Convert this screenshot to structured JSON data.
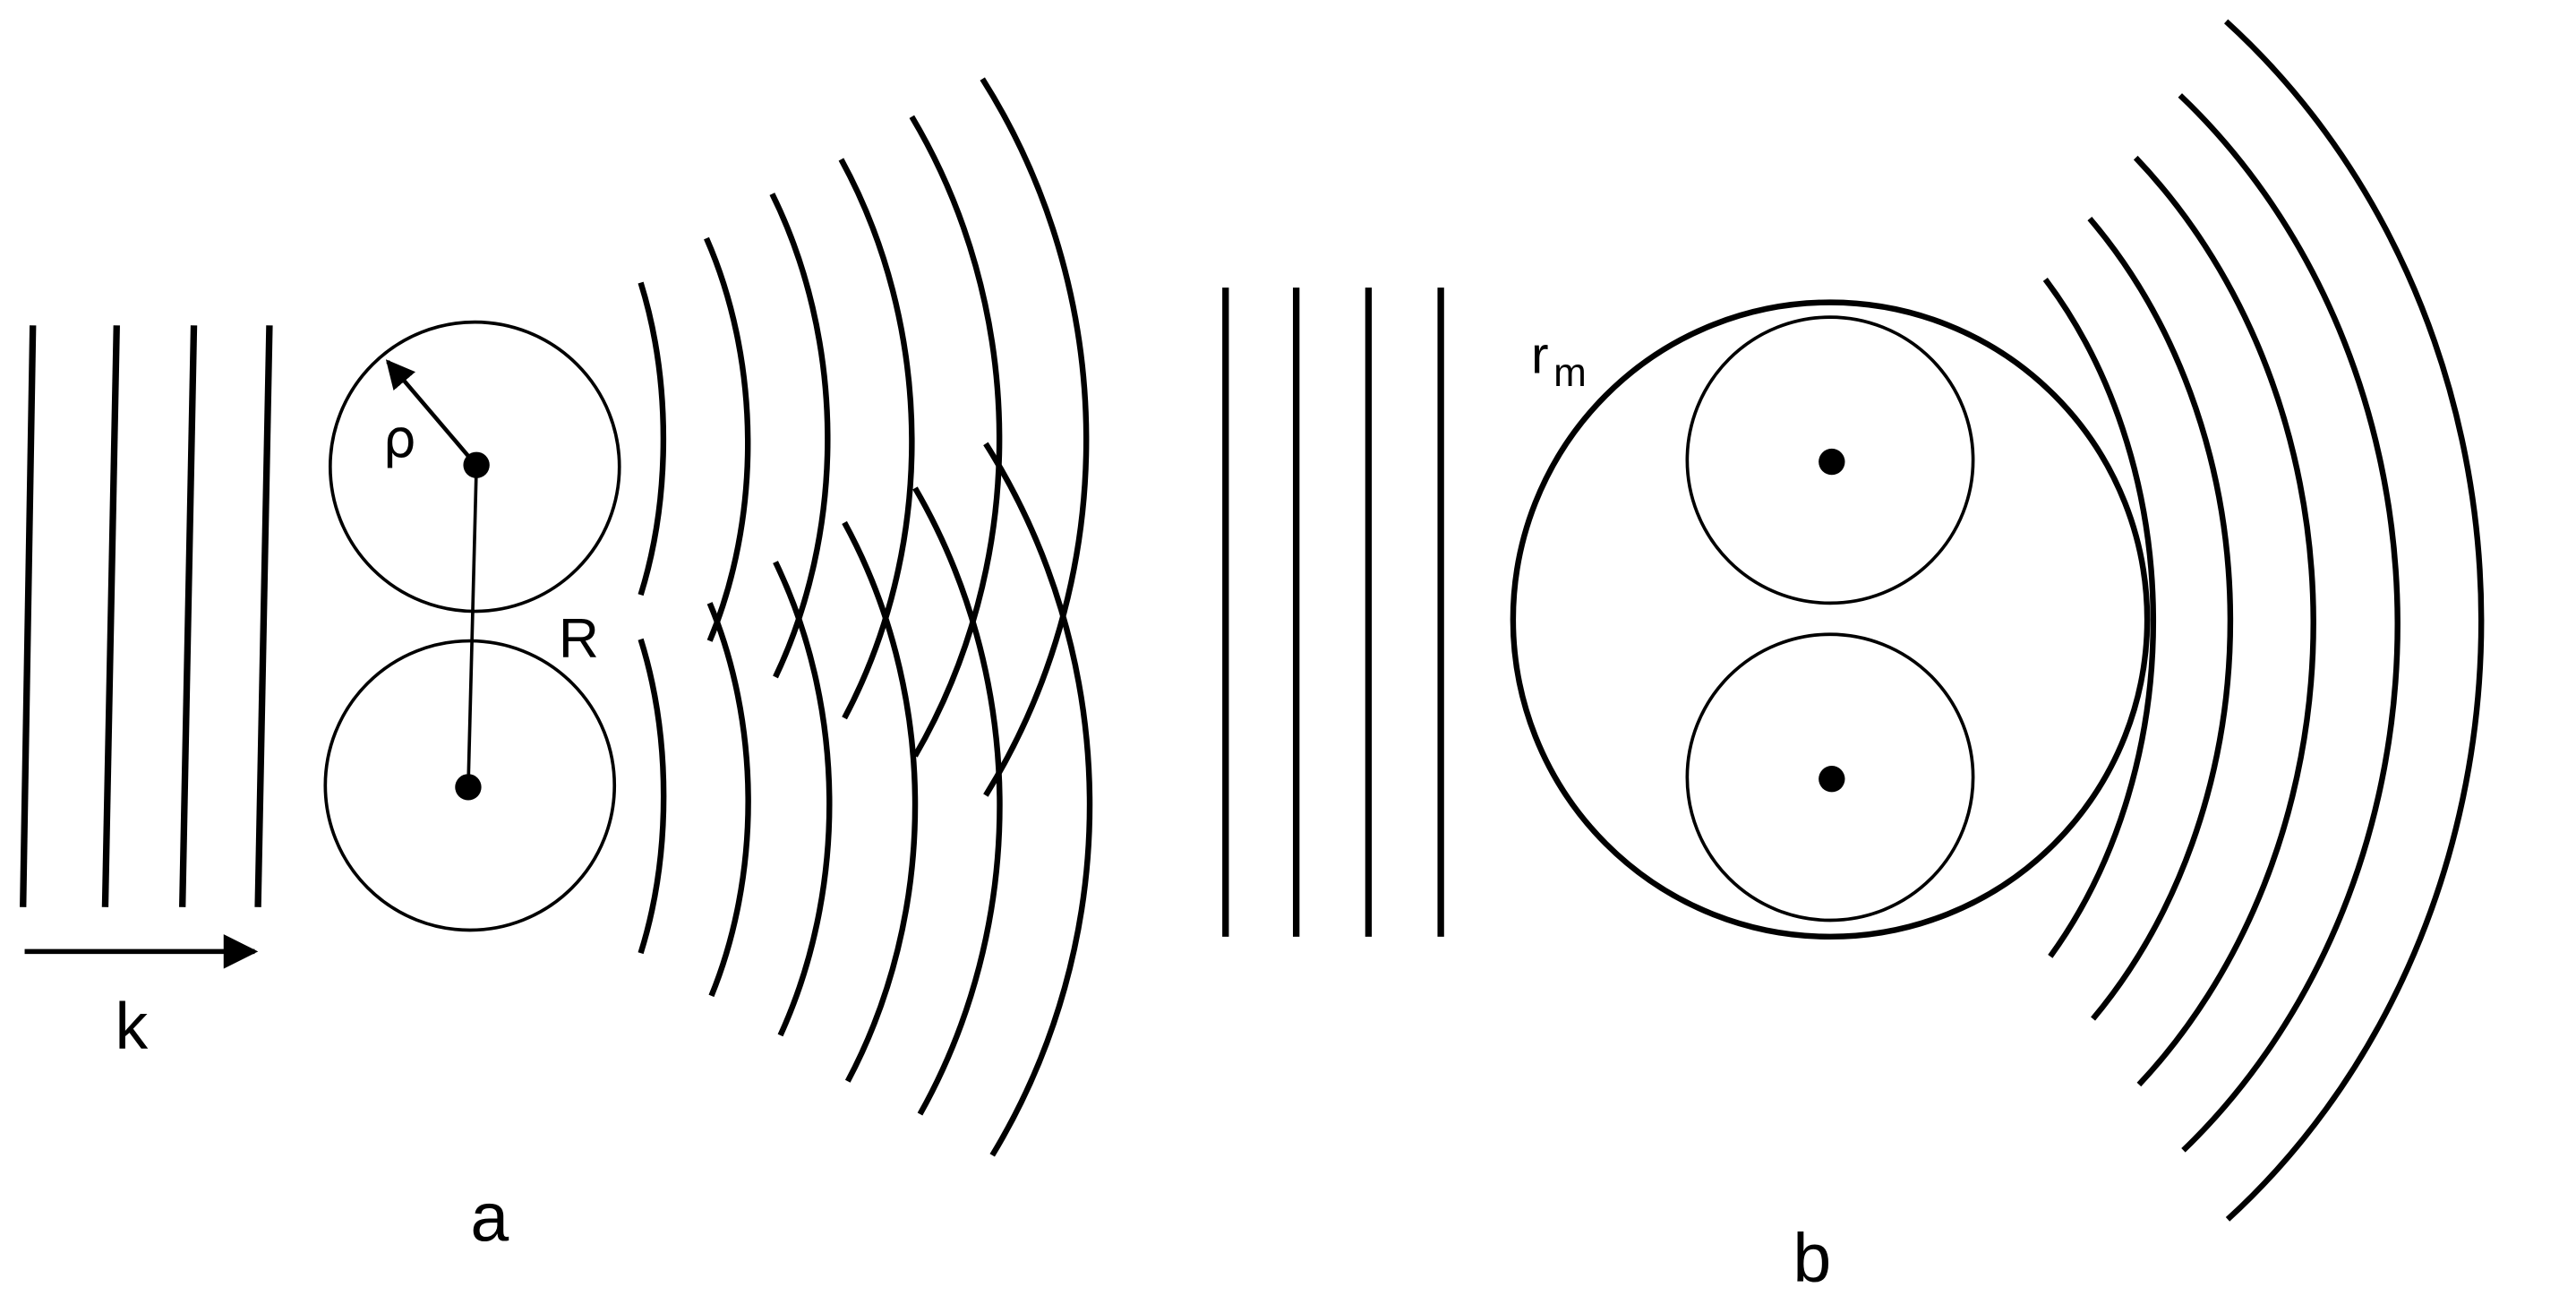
{
  "diagram": {
    "panel_a": {
      "caption": "a",
      "wavevector_label": "k",
      "radius_label": "ρ",
      "separation_label": "R"
    },
    "panel_b": {
      "caption": "b",
      "outer_radius_label_main": "r",
      "outer_radius_label_sub": "m"
    },
    "colors": {
      "stroke": "#000000",
      "background": "#ffffff"
    }
  }
}
